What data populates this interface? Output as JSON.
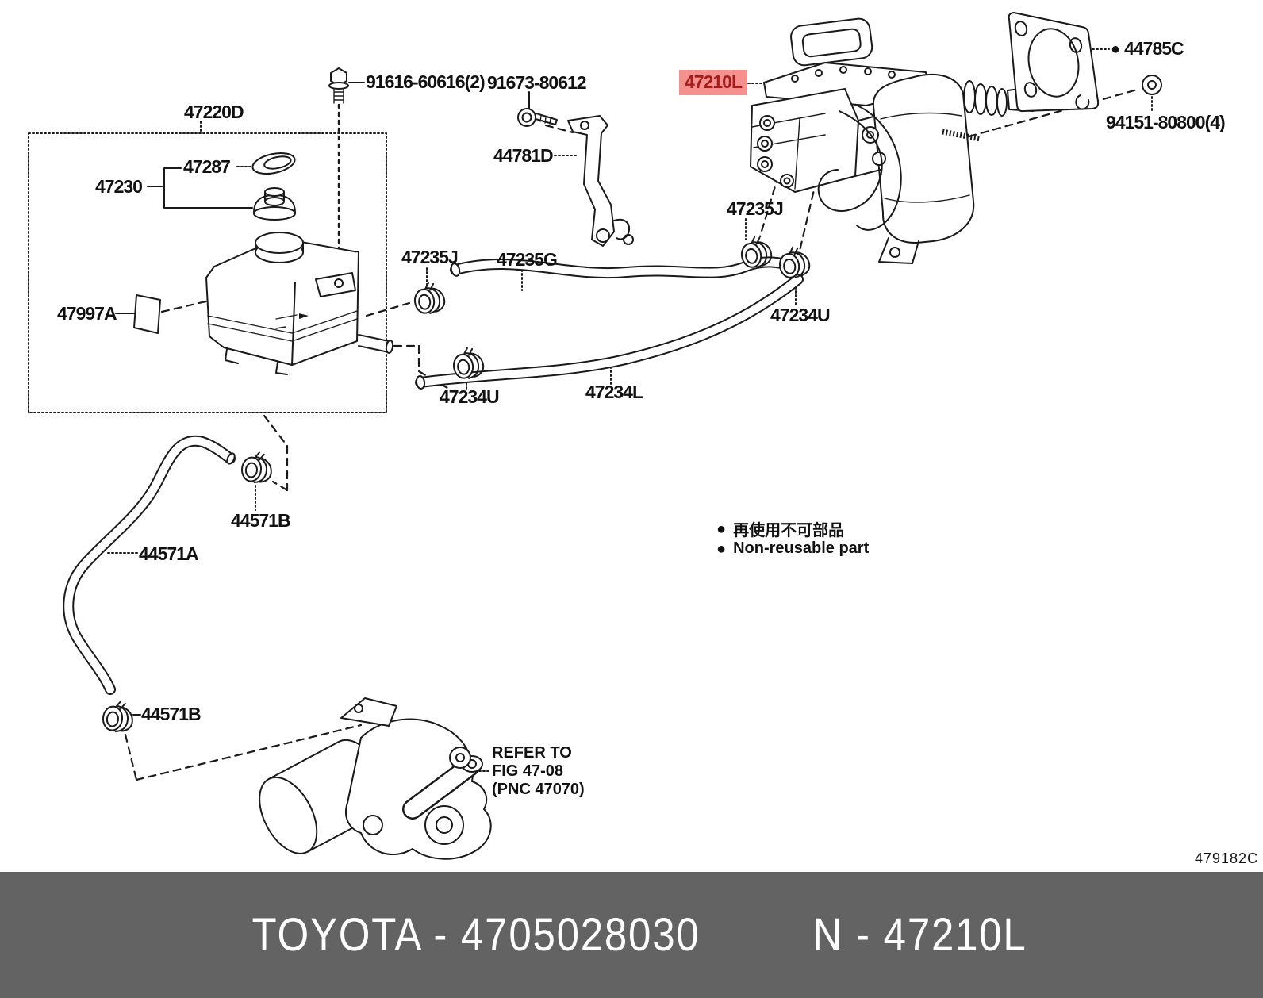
{
  "diagram": {
    "figure_code": "479182C",
    "icons": {
      "bullet": "●"
    },
    "highlight": {
      "bg": "#f4908d",
      "fg": "#a51d1a",
      "css": "background:#f4908d;color:#a51d1a"
    },
    "legend": {
      "japanese": "再使用不可部品",
      "english": "Non-reusable part"
    },
    "reference_note": {
      "line1": "REFER TO",
      "line2": "FIG 47-08",
      "line3": "(PNC 47070)"
    },
    "labels": [
      {
        "id": "47220D",
        "text": "47220D"
      },
      {
        "id": "91616-60616",
        "text": "91616-60616(2)"
      },
      {
        "id": "91673-80612",
        "text": "91673-80612"
      },
      {
        "id": "44781D",
        "text": "44781D"
      },
      {
        "id": "47287",
        "text": "47287"
      },
      {
        "id": "47230",
        "text": "47230"
      },
      {
        "id": "47997A",
        "text": "47997A"
      },
      {
        "id": "47235J-left",
        "text": "47235J"
      },
      {
        "id": "47235G",
        "text": "47235G"
      },
      {
        "id": "47234U-left",
        "text": "47234U"
      },
      {
        "id": "47234L",
        "text": "47234L"
      },
      {
        "id": "47235J-right",
        "text": "47235J"
      },
      {
        "id": "47234U-right",
        "text": "47234U"
      },
      {
        "id": "47210L",
        "text": "47210L",
        "highlighted": true
      },
      {
        "id": "44785C",
        "text": "44785C",
        "non_reusable": true
      },
      {
        "id": "94151-80800",
        "text": "94151-80800(4)"
      },
      {
        "id": "44571B-upper",
        "text": "44571B"
      },
      {
        "id": "44571A",
        "text": "44571A"
      },
      {
        "id": "44571B-lower",
        "text": "44571B"
      }
    ]
  },
  "footer": {
    "left": "TOYOTA - 4705028030",
    "right": "N - 47210L",
    "bg": "#636363",
    "fg": "#ffffff",
    "css": "background:#636363;color:#ffffff"
  }
}
